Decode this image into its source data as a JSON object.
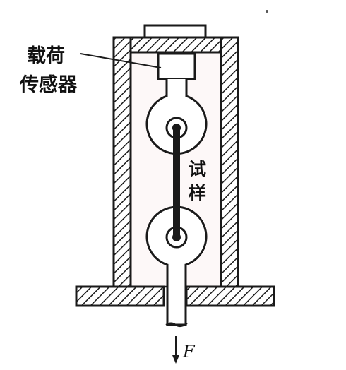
{
  "labels": {
    "load_sensor_line1": "载荷",
    "load_sensor_line2": "传感器",
    "specimen_char1": "试",
    "specimen_char2": "样",
    "force": "F"
  },
  "colors": {
    "ink": "#1a1a1a",
    "inner_fill": "#fdf8f8",
    "background": "#ffffff"
  }
}
